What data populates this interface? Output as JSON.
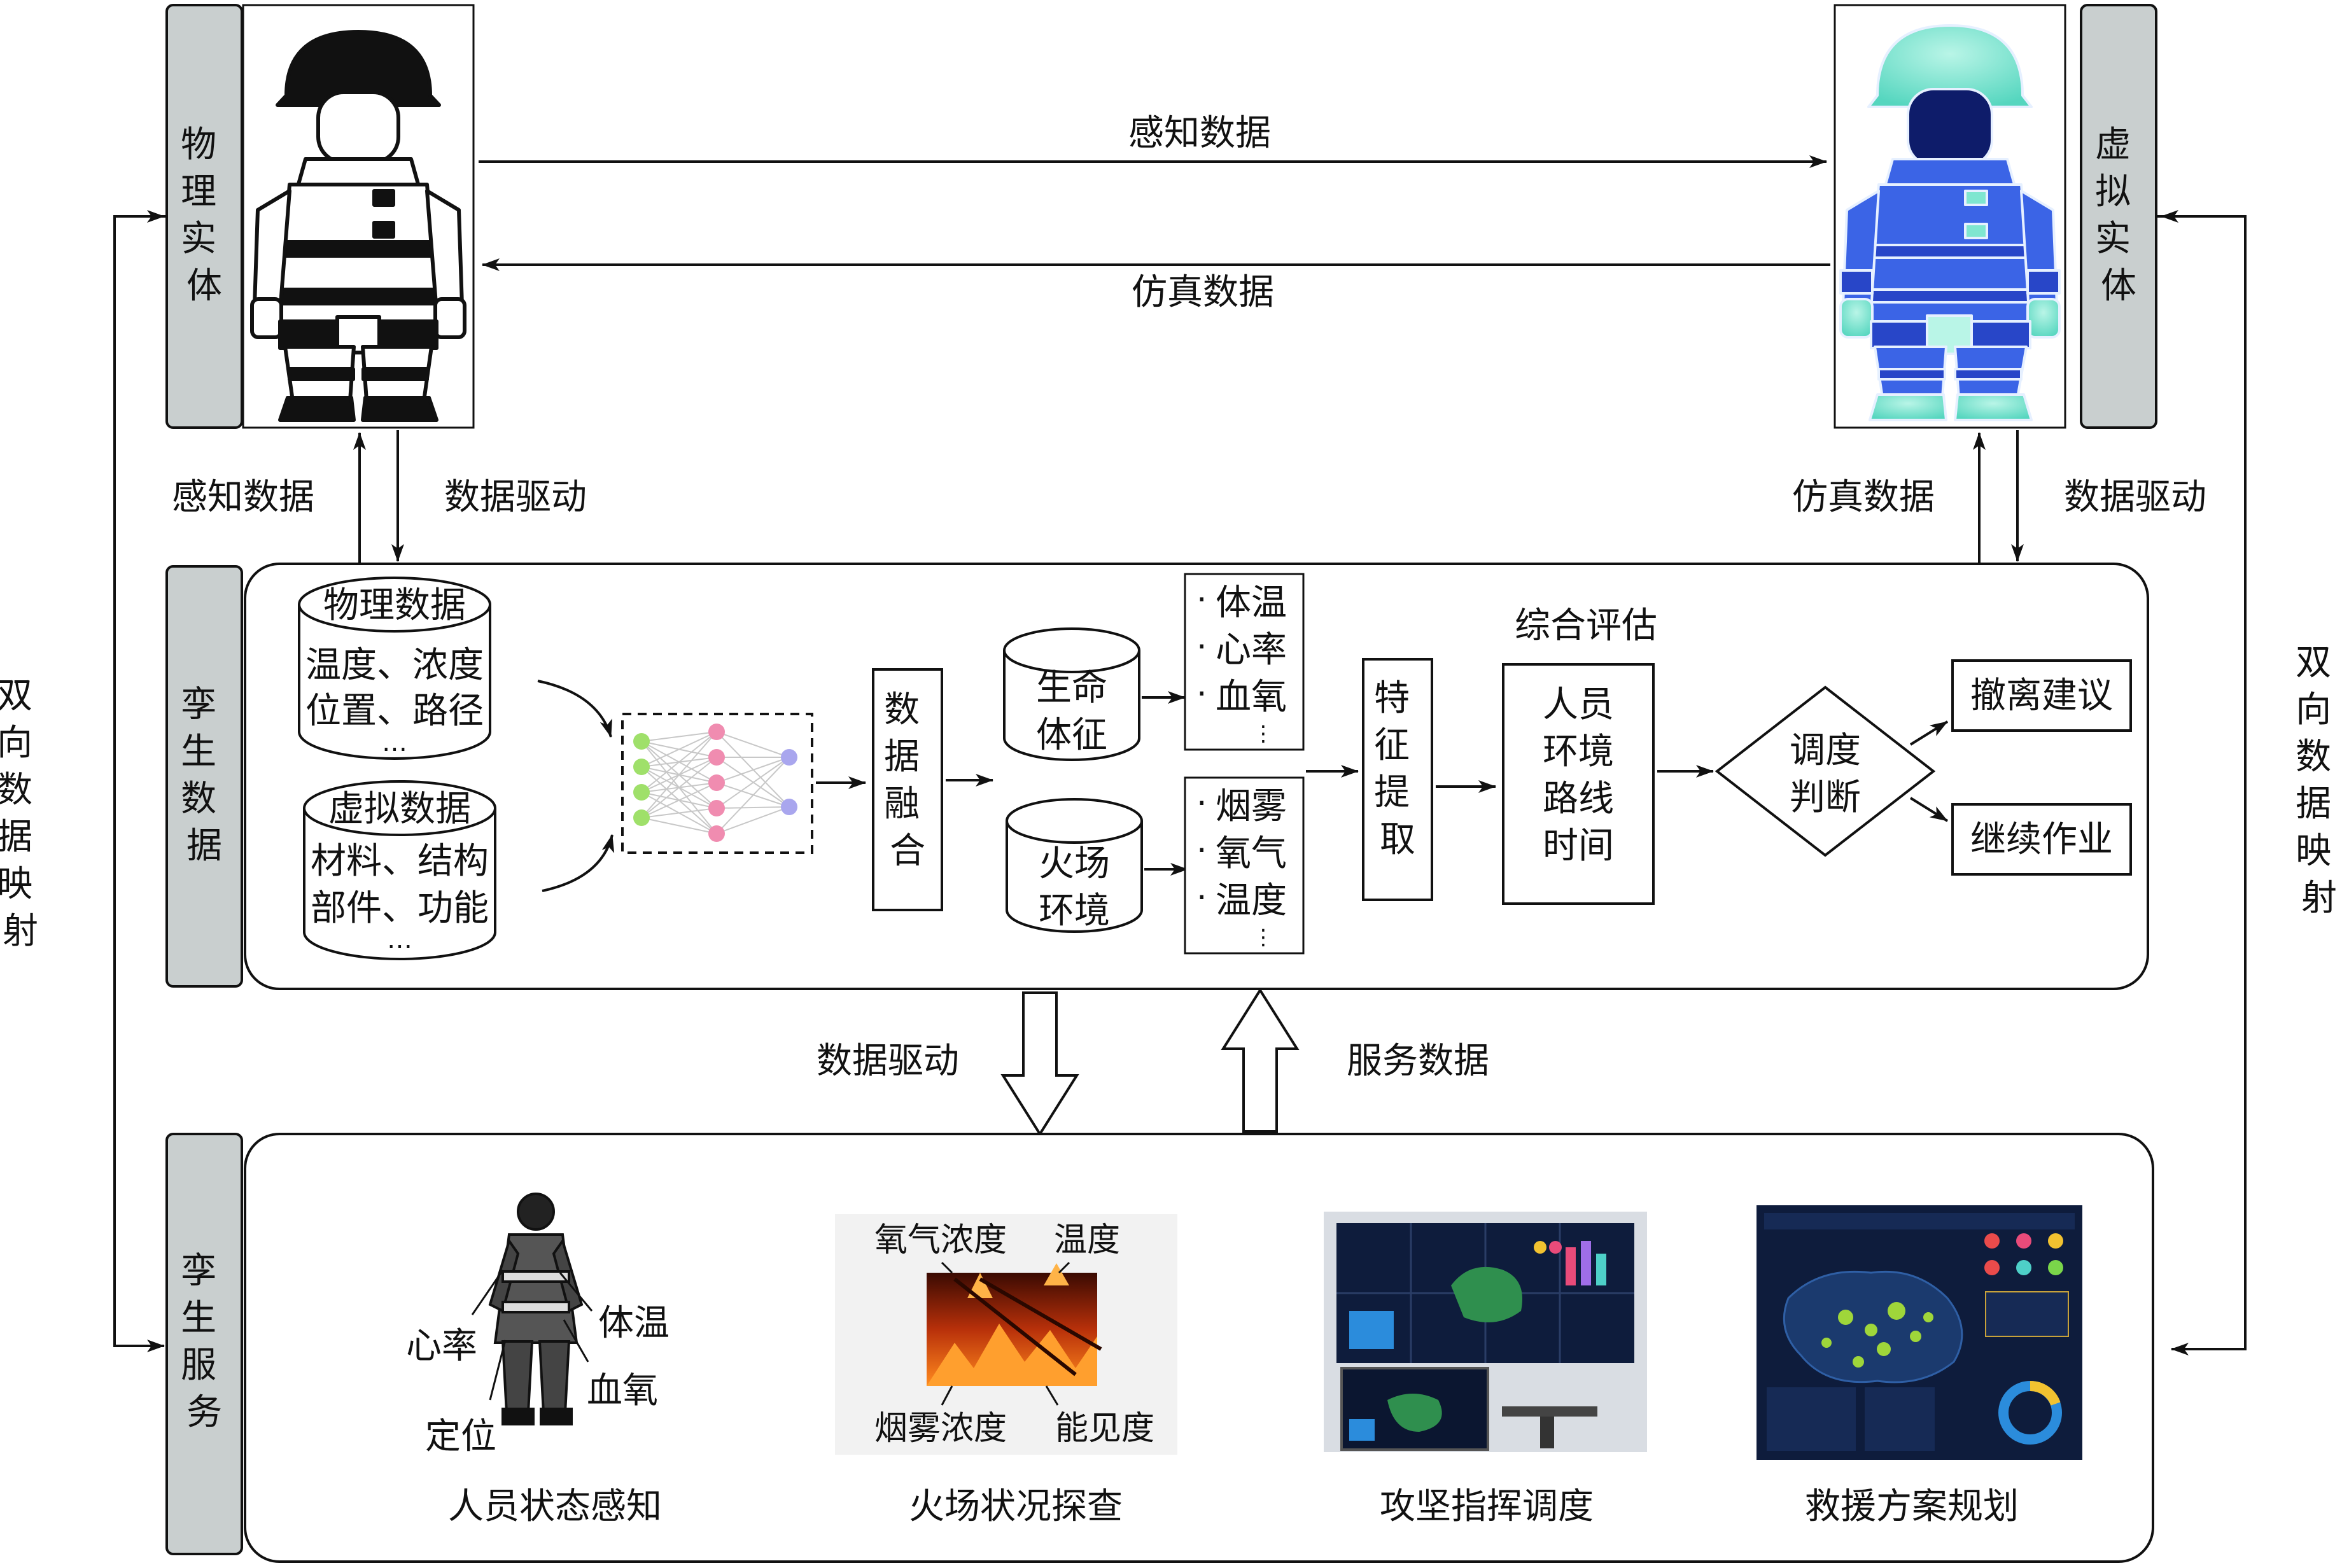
{
  "side_labels": {
    "physical": "物理实体",
    "virtual": "虚拟实体",
    "twin_data": "孪生数据",
    "twin_service": "孪生服务",
    "mapping_left": "双向数据映射",
    "mapping_right": "双向数据映射"
  },
  "arrows": {
    "sense_data_top": "感知数据",
    "sim_data_top": "仿真数据",
    "sense_data_left": "感知数据",
    "data_drive_left": "数据驱动",
    "sim_data_right": "仿真数据",
    "data_drive_right": "数据驱动",
    "data_drive_bottom": "数据驱动",
    "service_data": "服务数据"
  },
  "twin_data": {
    "physical_db": {
      "title": "物理数据",
      "line1": "温度、浓度",
      "line2": "位置、路径",
      "dots": "…"
    },
    "virtual_db": {
      "title": "虚拟数据",
      "line1": "材料、结构",
      "line2": "部件、功能",
      "dots": "…"
    },
    "fusion": "数据融合",
    "vital_db": {
      "line1": "生命",
      "line2": "体征"
    },
    "env_db": {
      "line1": "火场",
      "line2": "环境"
    },
    "vital_list": [
      "体温",
      "心率",
      "血氧"
    ],
    "env_list": [
      "烟雾",
      "氧气",
      "温度"
    ],
    "list_bullet": "·",
    "list_more": "⋮",
    "feature": "特征提取",
    "eval_title": "综合评估",
    "eval_items": [
      "人员",
      "环境",
      "路线",
      "时间"
    ],
    "decision": {
      "line1": "调度",
      "line2": "判断"
    },
    "outcome_evacuate": "撤离建议",
    "outcome_continue": "继续作业"
  },
  "services": {
    "person": {
      "caption": "人员状态感知",
      "labels": {
        "heart": "心率",
        "temp": "体温",
        "spo2": "血氧",
        "position": "定位"
      }
    },
    "fire": {
      "caption": "火场状况探查",
      "labels": {
        "oxygen": "氧气浓度",
        "temperature": "温度",
        "smoke": "烟雾浓度",
        "visibility": "能见度"
      }
    },
    "command": {
      "caption": "攻坚指挥调度"
    },
    "rescue": {
      "caption": "救援方案规划"
    }
  },
  "colors": {
    "side_bar": "#c9cfcf",
    "suit_blue": "#3b64e6",
    "suit_cyan": "#7fe6d0",
    "node_green": "#9fe06a",
    "node_pink": "#f08cb0",
    "node_purple": "#a9a6ee",
    "fire_orange": "#e8531a",
    "screen_dark": "#0e1c3c"
  }
}
